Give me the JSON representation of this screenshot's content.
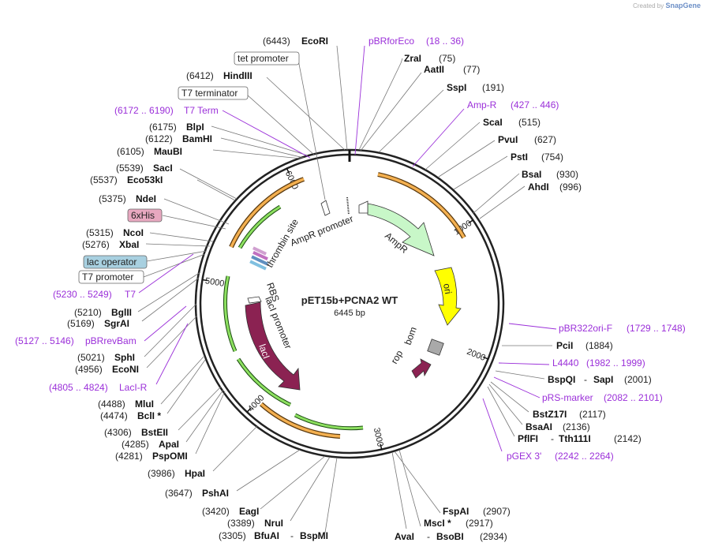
{
  "credit": {
    "prefix": "Created by",
    "brand": "SnapGene"
  },
  "plasmid": {
    "name": "pET15b+PCNA2 WT",
    "length": "6445 bp"
  },
  "ticks": [
    "1000",
    "2000",
    "3000",
    "4000",
    "5000",
    "6000"
  ],
  "features": {
    "ampr": "AmpR",
    "ori": "ori",
    "laci": "lacI",
    "ampr_promoter": "AmpR promoter",
    "laci_promoter": "lacI promoter",
    "thrombin": "thrombin site",
    "rbs": "RBS",
    "bom": "bom",
    "rop": "rop"
  },
  "boxed_labels": {
    "tet_promoter": "tet promoter",
    "t7_terminator": "T7 terminator",
    "his6": "6xHis",
    "lac_operator": "lac operator",
    "t7_promoter": "T7 promoter"
  },
  "right_labels": [
    {
      "name": "ZraI",
      "pos": "(75)"
    },
    {
      "name": "AatII",
      "pos": "(77)"
    },
    {
      "name": "SspI",
      "pos": "(191)"
    },
    {
      "name": "ScaI",
      "pos": "(515)"
    },
    {
      "name": "PvuI",
      "pos": "(627)"
    },
    {
      "name": "PstI",
      "pos": "(754)"
    },
    {
      "name": "BsaI",
      "pos": "(930)"
    },
    {
      "name": "AhdI",
      "pos": "(996)"
    },
    {
      "name": "PciI",
      "pos": "(1884)"
    },
    {
      "name": "BspQI",
      "name2": "SapI",
      "pos": "(2001)"
    },
    {
      "name": "BstZ17I",
      "pos": "(2117)"
    },
    {
      "name": "BsaAI",
      "pos": "(2136)"
    },
    {
      "name": "PflFI",
      "name2": "Tth111I",
      "pos": "(2142)"
    },
    {
      "name": "FspAI",
      "pos": "(2907)"
    },
    {
      "name": "MscI *",
      "pos": "(2917)"
    },
    {
      "name": "AvaI",
      "name2": "BsoBI",
      "pos": "(2934)"
    }
  ],
  "left_labels": [
    {
      "pos": "(6443)",
      "name": "EcoRI"
    },
    {
      "pos": "(6412)",
      "name": "HindIII"
    },
    {
      "pos": "(6175)",
      "name": "BlpI"
    },
    {
      "pos": "(6122)",
      "name": "BamHI"
    },
    {
      "pos": "(6105)",
      "name": "MauBI"
    },
    {
      "pos": "(5539)",
      "name": "SacI"
    },
    {
      "pos": "(5537)",
      "name": "Eco53kI"
    },
    {
      "pos": "(5375)",
      "name": "NdeI"
    },
    {
      "pos": "(5315)",
      "name": "NcoI"
    },
    {
      "pos": "(5276)",
      "name": "XbaI"
    },
    {
      "pos": "(5210)",
      "name": "BglII"
    },
    {
      "pos": "(5169)",
      "name": "SgrAI"
    },
    {
      "pos": "(5021)",
      "name": "SphI"
    },
    {
      "pos": "(4956)",
      "name": "EcoNI"
    },
    {
      "pos": "(4488)",
      "name": "MluI"
    },
    {
      "pos": "(4474)",
      "name": "BclI *"
    },
    {
      "pos": "(4306)",
      "name": "BstEII"
    },
    {
      "pos": "(4285)",
      "name": "ApaI"
    },
    {
      "pos": "(4281)",
      "name": "PspOMI"
    },
    {
      "pos": "(3986)",
      "name": "HpaI"
    },
    {
      "pos": "(3647)",
      "name": "PshAI"
    },
    {
      "pos": "(3420)",
      "name": "EagI"
    },
    {
      "pos": "(3389)",
      "name": "NruI"
    },
    {
      "pos": "(3305)",
      "name": "BfuAI",
      "name2": "BspMI"
    }
  ],
  "primers": {
    "pbrforeco": {
      "name": "pBRforEco",
      "range": "(18 .. 36)"
    },
    "ampr": {
      "name": "Amp-R",
      "range": "(427 .. 446)"
    },
    "pbr322ori": {
      "name": "pBR322ori-F",
      "range": "(1729 .. 1748)"
    },
    "l4440": {
      "name": "L4440",
      "range": "(1982 .. 1999)"
    },
    "prs": {
      "name": "pRS-marker",
      "range": "(2082 .. 2101)"
    },
    "pgex": {
      "name": "pGEX 3'",
      "range": "(2242 .. 2264)"
    },
    "t7term": {
      "name": "T7 Term",
      "range": "(6172 .. 6190)"
    },
    "t7": {
      "name": "T7",
      "range": "(5230 .. 5249)"
    },
    "pbrrevbam": {
      "name": "pBRrevBam",
      "range": "(5127 .. 5146)"
    },
    "lacir": {
      "name": "LacI-R",
      "range": "(4805 .. 4824)"
    }
  },
  "colors": {
    "ampr": "#c8f7c8",
    "ori": "#ffff00",
    "laci": "#8b2252",
    "bom": "#a9a9a9",
    "rop": "#8b2252",
    "primer": "#9b30d9",
    "orange_arc": "#f0a030",
    "green_arc": "#5cc02a"
  }
}
